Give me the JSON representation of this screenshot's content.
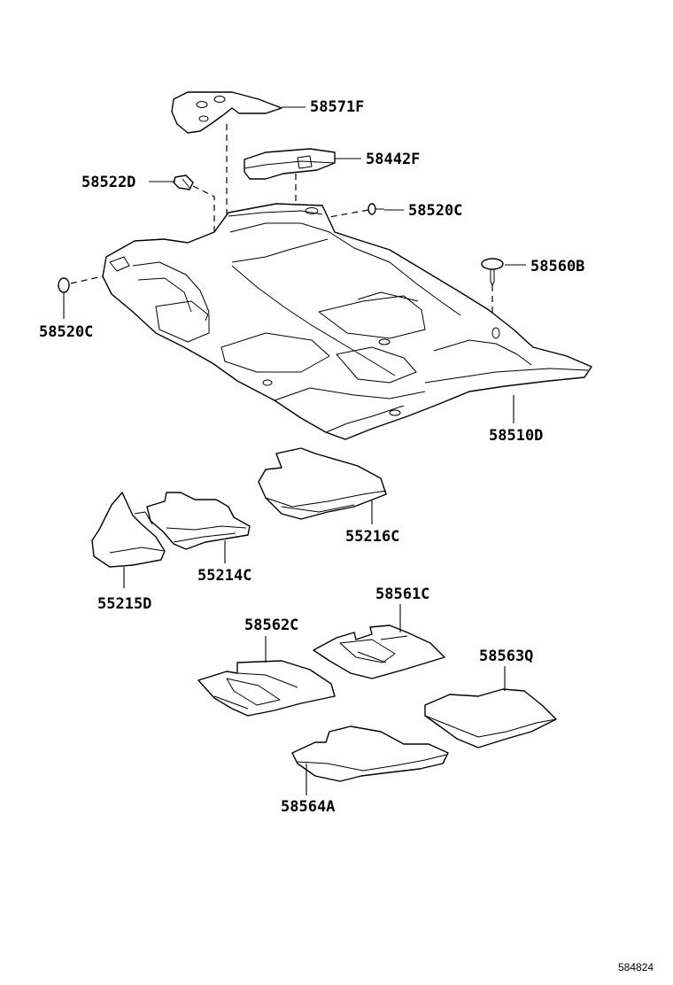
{
  "diagram": {
    "figure_id": "584824",
    "parts": [
      {
        "key": "p58571F",
        "number": "58571F"
      },
      {
        "key": "p58442F",
        "number": "58442F"
      },
      {
        "key": "p58522D",
        "number": "58522D"
      },
      {
        "key": "p58520C_right",
        "number": "58520C"
      },
      {
        "key": "p58560B",
        "number": "58560B"
      },
      {
        "key": "p58520C_left",
        "number": "58520C"
      },
      {
        "key": "p58510D",
        "number": "58510D"
      },
      {
        "key": "p55216C",
        "number": "55216C"
      },
      {
        "key": "p55214C",
        "number": "55214C"
      },
      {
        "key": "p55215D",
        "number": "55215D"
      },
      {
        "key": "p58561C",
        "number": "58561C"
      },
      {
        "key": "p58562C",
        "number": "58562C"
      },
      {
        "key": "p58563Q",
        "number": "58563Q"
      },
      {
        "key": "p58564A",
        "number": "58564A"
      }
    ]
  }
}
